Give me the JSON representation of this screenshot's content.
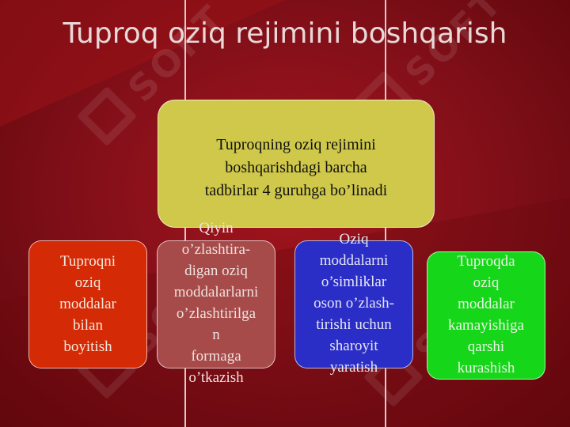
{
  "slide": {
    "title": "Tuproq oziq rejimini boshqarish",
    "watermark": "SOFT",
    "colors": {
      "background": "#86101a",
      "top_box": "#cfc84a",
      "box_1": "#d52a06",
      "box_2": "#a64a4a",
      "box_3": "#2a2ec6",
      "box_4": "#16d61a"
    }
  },
  "diagram": {
    "main": "Tuproqning oziq rejimini\nboshqarishdagi barcha\ntadbirlar 4 guruhga bo’linadi",
    "groups": [
      {
        "label": "Tuproqni\noziq\nmoddalar\nbilan\nboyitish"
      },
      {
        "label": "Qiyin\no’zlashtira-\ndigan oziq\nmoddalarlarni\no’zlashtirilga\nn\nformaga\no’tkazish"
      },
      {
        "label": "Oziq\nmoddalarni\no’simliklar\noson o’zlash-\ntirishi uchun\nsharoyit\nyaratish"
      },
      {
        "label": "Tuproqda\noziq\nmoddalar\nkamayishiga\nqarshi\nkurashish"
      }
    ]
  }
}
